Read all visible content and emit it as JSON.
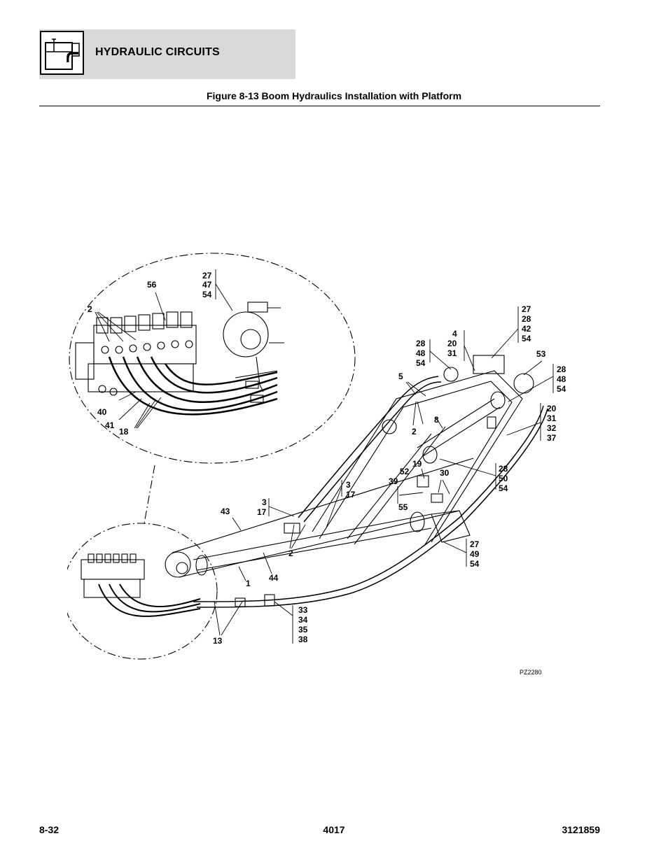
{
  "header": {
    "section_title": "HYDRAULIC CIRCUITS",
    "icon": "hydraulic-reservoir-icon"
  },
  "figure": {
    "caption": "Figure 8-13 Boom Hydraulics Installation with Platform",
    "drawing_ref": "PZ2280",
    "callouts": {
      "c56": "56",
      "c27_47_54": [
        "27",
        "47",
        "54"
      ],
      "c2_valve": "2",
      "c40": "40",
      "c41": "41",
      "c18": "18",
      "c27_28_42_54": [
        "27",
        "28",
        "42",
        "54"
      ],
      "c4_20_31": [
        "4",
        "20",
        "31"
      ],
      "c28_48_54_top": [
        "28",
        "48",
        "54"
      ],
      "c53": "53",
      "c28_48_54_right": [
        "28",
        "48",
        "54"
      ],
      "c5": "5",
      "c2_mid": "2",
      "c8": "8",
      "c20_31_32_37": [
        "20",
        "31",
        "32",
        "37"
      ],
      "c19": "19",
      "c52": "52",
      "c30": "30",
      "c28_50_54": [
        "28",
        "50",
        "54"
      ],
      "c39": "39",
      "c3_17_right": [
        "3",
        "17"
      ],
      "c3_17_left": [
        "3",
        "17"
      ],
      "c43": "43",
      "c55": "55",
      "c2_bottom": "2",
      "c27_49_54": [
        "27",
        "49",
        "54"
      ],
      "c44": "44",
      "c1": "1",
      "c33_34_35_38": [
        "33",
        "34",
        "35",
        "38"
      ],
      "c13": "13"
    }
  },
  "footer": {
    "left": "8-32",
    "center": "4017",
    "right": "3121859"
  }
}
